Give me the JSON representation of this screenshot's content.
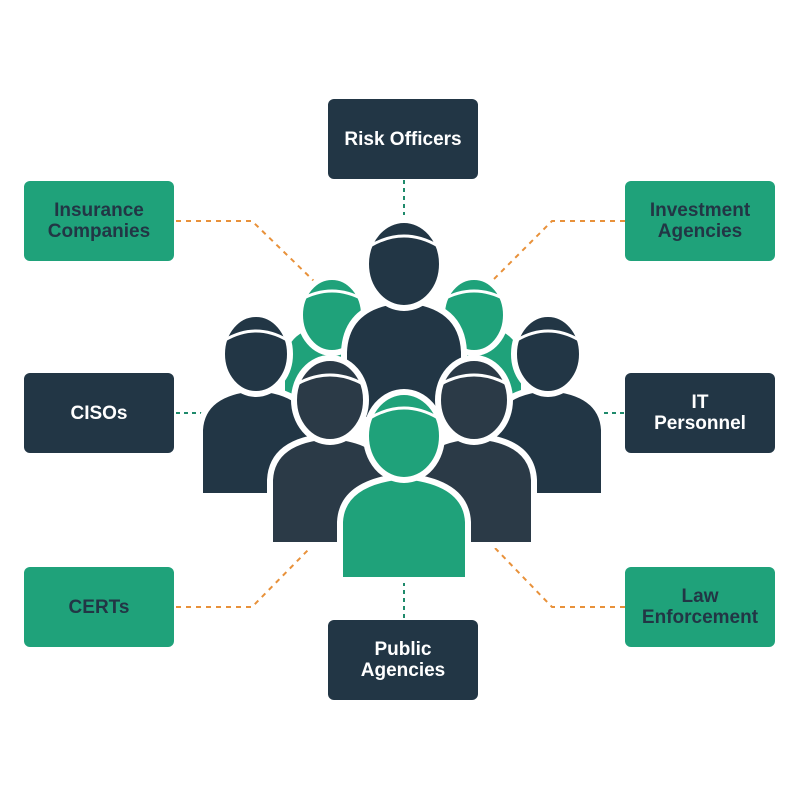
{
  "diagram": {
    "colors": {
      "navy": "#223645",
      "dark_person": "#2b3a47",
      "green": "#1fa27a",
      "connector_orange": "#e8913a",
      "connector_teal": "#1f8a6b"
    },
    "nodes": [
      {
        "id": "risk",
        "label": "Risk Officers",
        "color": "navy"
      },
      {
        "id": "insurance",
        "label": "Insurance\nCompanies",
        "color": "green"
      },
      {
        "id": "investment",
        "label": "Investment\nAgencies",
        "color": "green"
      },
      {
        "id": "cisos",
        "label": "CISOs",
        "color": "navy"
      },
      {
        "id": "it",
        "label": "IT\nPersonnel",
        "color": "navy"
      },
      {
        "id": "certs",
        "label": "CERTs",
        "color": "green"
      },
      {
        "id": "law",
        "label": "Law\nEnforcement",
        "color": "green"
      },
      {
        "id": "public",
        "label": "Public\nAgencies",
        "color": "navy"
      }
    ],
    "center_icon": "group-of-people-icon"
  }
}
